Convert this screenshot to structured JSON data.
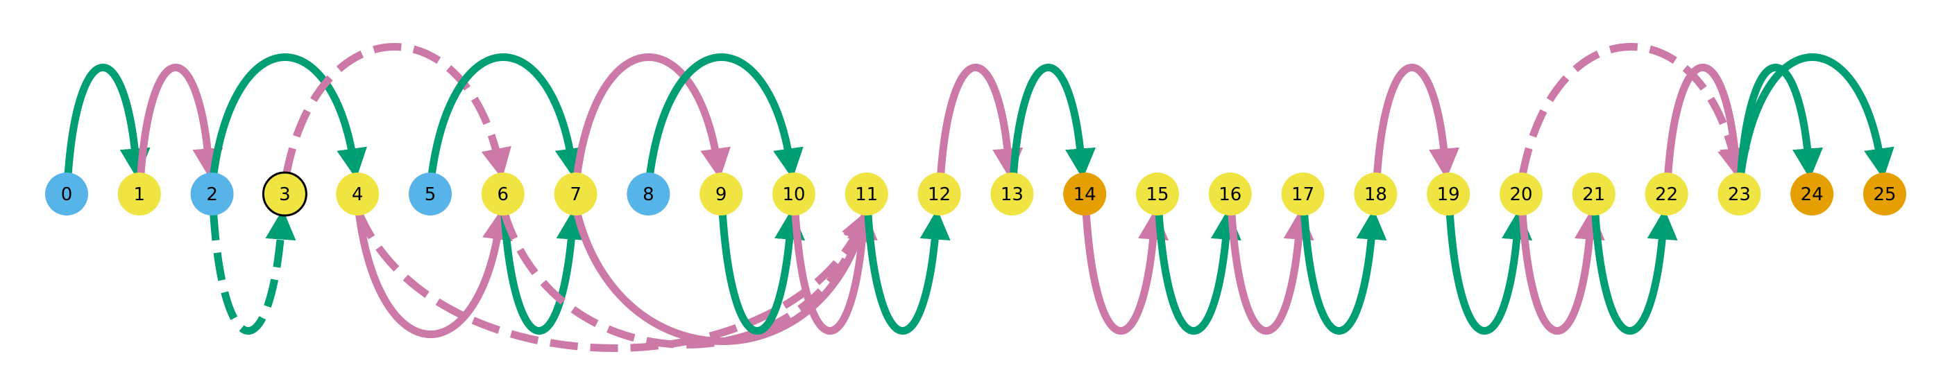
{
  "colors": {
    "blue": "#56B4E9",
    "yellow": "#F0E442",
    "orange": "#E69F00",
    "green": "#009E73",
    "pink": "#CC79A7",
    "highlight_stroke": "#000000"
  },
  "nodes": [
    {
      "label": "0",
      "color": "blue"
    },
    {
      "label": "1",
      "color": "yellow"
    },
    {
      "label": "2",
      "color": "blue"
    },
    {
      "label": "3",
      "color": "yellow",
      "highlight": true
    },
    {
      "label": "4",
      "color": "yellow"
    },
    {
      "label": "5",
      "color": "blue"
    },
    {
      "label": "6",
      "color": "yellow"
    },
    {
      "label": "7",
      "color": "yellow"
    },
    {
      "label": "8",
      "color": "blue"
    },
    {
      "label": "9",
      "color": "yellow"
    },
    {
      "label": "10",
      "color": "yellow"
    },
    {
      "label": "11",
      "color": "yellow"
    },
    {
      "label": "12",
      "color": "yellow"
    },
    {
      "label": "13",
      "color": "yellow"
    },
    {
      "label": "14",
      "color": "orange"
    },
    {
      "label": "15",
      "color": "yellow"
    },
    {
      "label": "16",
      "color": "yellow"
    },
    {
      "label": "17",
      "color": "yellow"
    },
    {
      "label": "18",
      "color": "yellow"
    },
    {
      "label": "19",
      "color": "yellow"
    },
    {
      "label": "20",
      "color": "yellow"
    },
    {
      "label": "21",
      "color": "yellow"
    },
    {
      "label": "22",
      "color": "yellow"
    },
    {
      "label": "23",
      "color": "yellow"
    },
    {
      "label": "24",
      "color": "orange"
    },
    {
      "label": "25",
      "color": "orange"
    }
  ],
  "edges": [
    {
      "from": 0,
      "to": 1,
      "color": "green",
      "side": "above",
      "dashed": false
    },
    {
      "from": 1,
      "to": 2,
      "color": "pink",
      "side": "above",
      "dashed": false
    },
    {
      "from": 2,
      "to": 4,
      "color": "green",
      "side": "above",
      "dashed": false
    },
    {
      "from": 3,
      "to": 6,
      "color": "pink",
      "side": "above",
      "dashed": true
    },
    {
      "from": 5,
      "to": 7,
      "color": "green",
      "side": "above",
      "dashed": false
    },
    {
      "from": 7,
      "to": 9,
      "color": "pink",
      "side": "above",
      "dashed": false
    },
    {
      "from": 8,
      "to": 10,
      "color": "green",
      "side": "above",
      "dashed": false
    },
    {
      "from": 12,
      "to": 13,
      "color": "pink",
      "side": "above",
      "dashed": false
    },
    {
      "from": 13,
      "to": 14,
      "color": "green",
      "side": "above",
      "dashed": false
    },
    {
      "from": 18,
      "to": 19,
      "color": "pink",
      "side": "above",
      "dashed": false
    },
    {
      "from": 20,
      "to": 23,
      "color": "pink",
      "side": "above",
      "dashed": true
    },
    {
      "from": 22,
      "to": 23,
      "color": "pink",
      "side": "above",
      "dashed": false
    },
    {
      "from": 23,
      "to": 24,
      "color": "green",
      "side": "above",
      "dashed": false
    },
    {
      "from": 23,
      "to": 25,
      "color": "green",
      "side": "above",
      "dashed": false
    },
    {
      "from": 2,
      "to": 3,
      "color": "green",
      "side": "below",
      "dashed": true
    },
    {
      "from": 4,
      "to": 6,
      "color": "pink",
      "side": "below",
      "dashed": false
    },
    {
      "from": 4,
      "to": 11,
      "color": "pink",
      "side": "below",
      "dashed": true
    },
    {
      "from": 6,
      "to": 7,
      "color": "green",
      "side": "below",
      "dashed": false
    },
    {
      "from": 6,
      "to": 11,
      "color": "pink",
      "side": "below",
      "dashed": true
    },
    {
      "from": 7,
      "to": 11,
      "color": "pink",
      "side": "below",
      "dashed": false
    },
    {
      "from": 9,
      "to": 10,
      "color": "green",
      "side": "below",
      "dashed": false
    },
    {
      "from": 10,
      "to": 11,
      "color": "pink",
      "side": "below",
      "dashed": false
    },
    {
      "from": 11,
      "to": 12,
      "color": "green",
      "side": "below",
      "dashed": false
    },
    {
      "from": 14,
      "to": 15,
      "color": "pink",
      "side": "below",
      "dashed": false
    },
    {
      "from": 15,
      "to": 16,
      "color": "green",
      "side": "below",
      "dashed": false
    },
    {
      "from": 16,
      "to": 17,
      "color": "pink",
      "side": "below",
      "dashed": false
    },
    {
      "from": 17,
      "to": 18,
      "color": "green",
      "side": "below",
      "dashed": false
    },
    {
      "from": 19,
      "to": 20,
      "color": "green",
      "side": "below",
      "dashed": false
    },
    {
      "from": 20,
      "to": 21,
      "color": "pink",
      "side": "below",
      "dashed": false
    },
    {
      "from": 21,
      "to": 22,
      "color": "green",
      "side": "below",
      "dashed": false
    }
  ]
}
